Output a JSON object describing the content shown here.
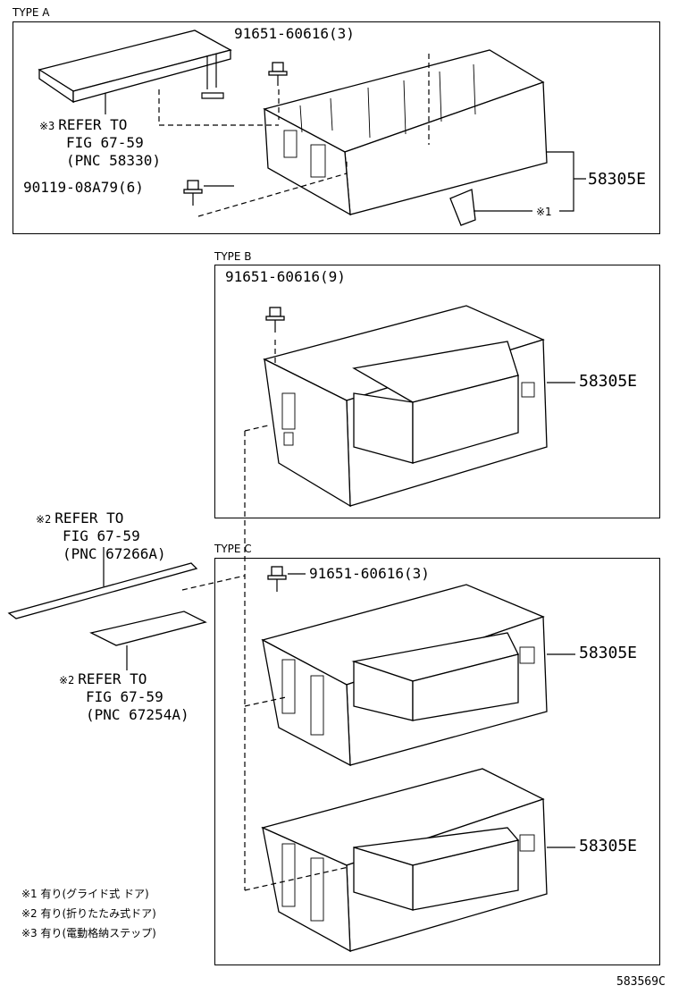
{
  "type_a": {
    "title": "TYPE A",
    "bolt_label": "91651-60616(3)",
    "screw_label": "90119-08A79(6)",
    "part_label": "58305E",
    "bracket_mark": "※1",
    "refer_mark": "※3",
    "refer_line1": "REFER TO",
    "refer_line2": "FIG 67-59",
    "refer_line3": "(PNC 58330)"
  },
  "type_b": {
    "title": "TYPE B",
    "bolt_label": "91651-60616(9)",
    "part_label": "58305E"
  },
  "type_c": {
    "title": "TYPE C",
    "bolt_label": "91651-60616(3)",
    "part_label_upper": "58305E",
    "part_label_lower": "58305E"
  },
  "refer_2a": {
    "mark": "※2",
    "line1": "REFER TO",
    "line2": "FIG 67-59",
    "line3": "(PNC 67266A)"
  },
  "refer_2b": {
    "mark": "※2",
    "line1": "REFER TO",
    "line2": "FIG 67-59",
    "line3": "(PNC 67254A)"
  },
  "notes": [
    "※1 有り(グライド式 ドア)",
    "※2 有り(折りたたみ式ドア)",
    "※3 有り(電動格納ステップ)"
  ],
  "figure_code": "583569C"
}
